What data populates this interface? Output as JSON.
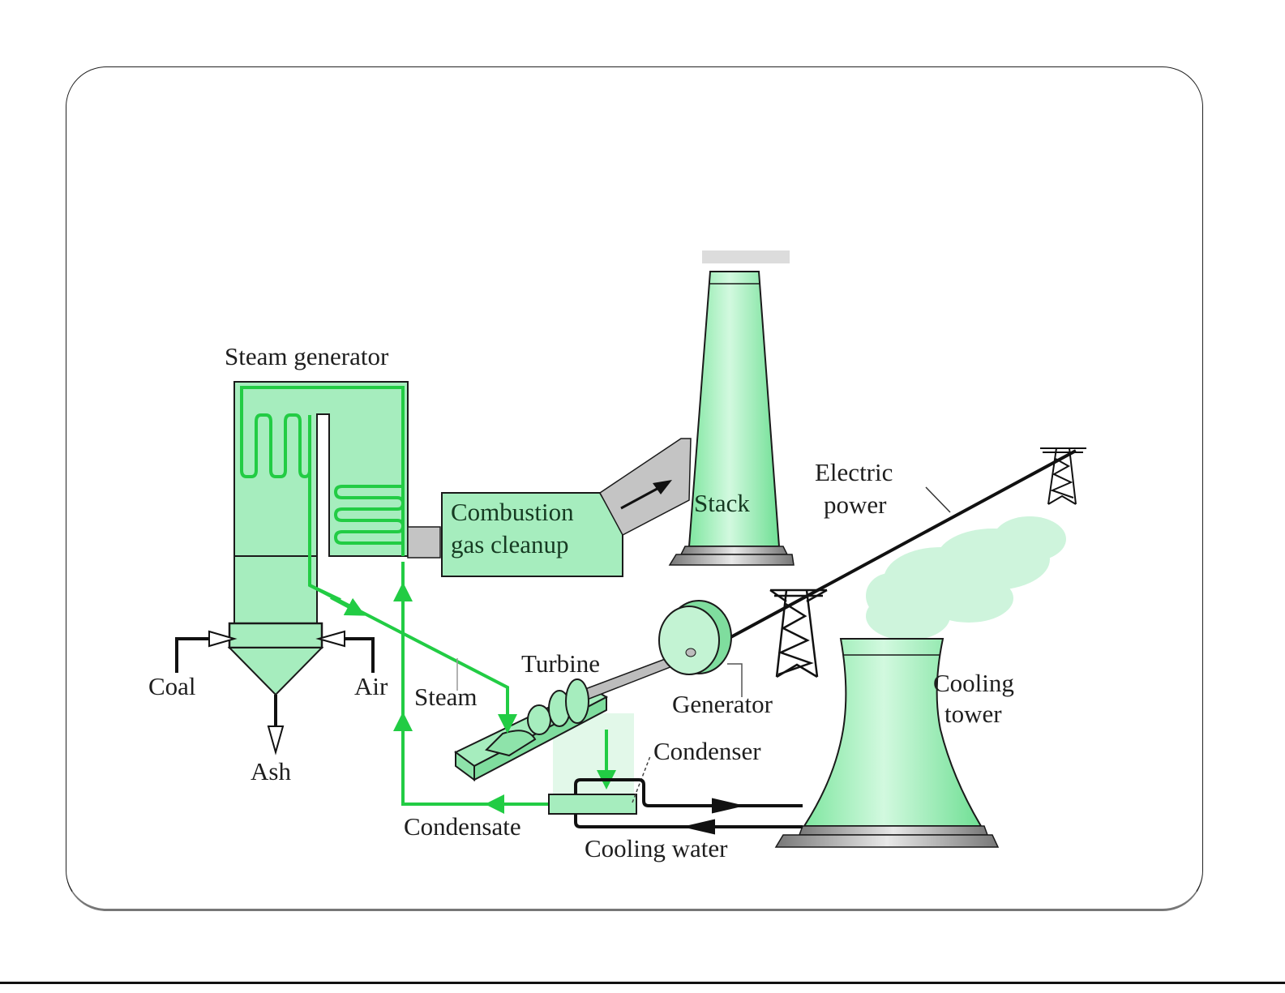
{
  "diagram": {
    "title": "Coal-fired power plant schematic",
    "labels": {
      "steam_generator": "Steam generator",
      "combustion_line1": "Combustion",
      "combustion_line2": "gas cleanup",
      "stack": "Stack",
      "electric_line1": "Electric",
      "electric_line2": "power",
      "turbine": "Turbine",
      "generator": "Generator",
      "condenser": "Condenser",
      "cooling_line1": "Cooling",
      "cooling_line2": "tower",
      "coal": "Coal",
      "air": "Air",
      "ash": "Ash",
      "steam": "Steam",
      "condensate": "Condensate",
      "cooling_water": "Cooling water"
    },
    "colors": {
      "equipment_fill": "#a6edbe",
      "flow_line": "#22cc44",
      "duct_gray": "#c4c4c4",
      "outline": "#1a1a1a",
      "plume": "#c9f3d9"
    }
  }
}
